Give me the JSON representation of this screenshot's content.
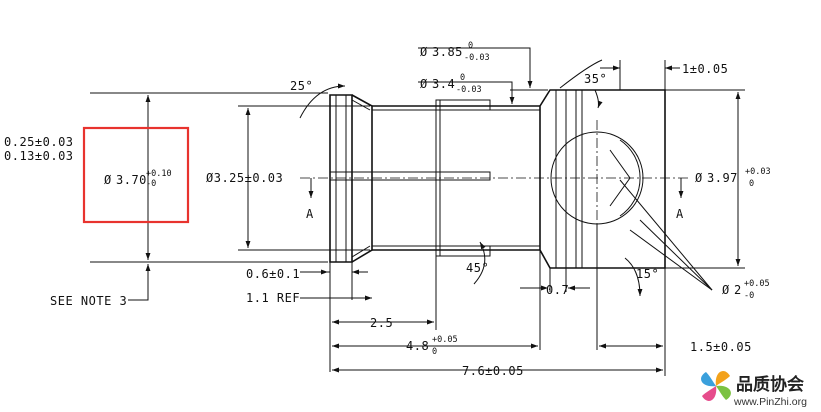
{
  "dimensions": {
    "tol_upper": "0.25±0.03",
    "tol_lower": "0.13±0.03",
    "dia_370": {
      "symbol": "Ø",
      "value": "3.70",
      "upper": "+0.10",
      "lower": "-0"
    },
    "dia_325": "Ø3.25±0.03",
    "dia_385": {
      "symbol": "Ø",
      "value": "3.85",
      "upper": "0",
      "lower": "-0.03"
    },
    "dia_34": {
      "symbol": "Ø",
      "value": "3.4",
      "upper": "0",
      "lower": "-0.03"
    },
    "dia_397": {
      "symbol": "Ø",
      "value": "3.97",
      "upper": "+0.03",
      "lower": "0"
    },
    "dia_2": {
      "symbol": "Ø",
      "value": "2",
      "upper": "+0.05",
      "lower": "-0"
    },
    "len_1": "1±0.05",
    "len_06": "0.6±0.1",
    "len_11": "1.1 REF",
    "len_25": "2.5",
    "len_48": {
      "value": "4.8",
      "upper": "+0.05",
      "lower": "0"
    },
    "len_07": "0.7",
    "len_15": "1.5±0.05",
    "len_76": "7.6±0.05",
    "angle_25": "25°",
    "angle_35": "35°",
    "angle_45": "45°",
    "angle_15": "15°"
  },
  "note": "SEE NOTE 3",
  "section_label": "A",
  "highlight_color": "#e8332e",
  "watermark": {
    "name": "品质协会",
    "url": "www.PinZhi.org"
  }
}
